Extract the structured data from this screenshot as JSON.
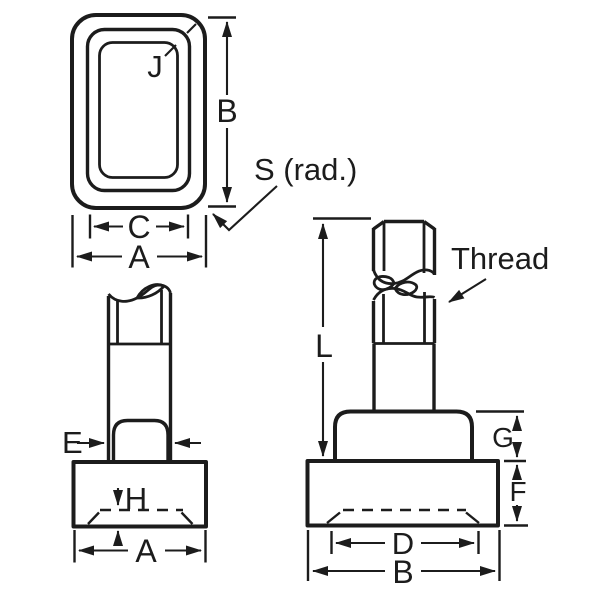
{
  "drawing": {
    "background_color": "#ffffff",
    "line_color": "#1c1c1c",
    "top_view": {
      "corner_radius_label": "J",
      "height_label": "B",
      "fillet_radius_label": "S (rad.)",
      "inner_width_label": "C",
      "outer_width_label": "A"
    },
    "front_view": {
      "neck_width_label": "E",
      "head_inner_height_label": "H",
      "head_width_label": "A"
    },
    "side_view": {
      "length_label": "L",
      "thread_label": "Thread",
      "boss_height_label": "G",
      "head_height_label": "F",
      "bottom_face_width_label": "D",
      "head_width_label": "B"
    }
  }
}
